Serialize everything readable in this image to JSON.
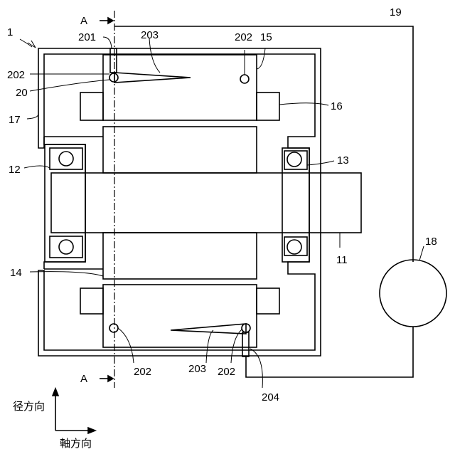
{
  "figure": {
    "labels": {
      "device": "1",
      "shaft": "11",
      "bearing_left": "12",
      "bearing_right": "13",
      "rotor": "14",
      "stator": "15",
      "coil_end": "16",
      "housing": "17",
      "power_source": "18",
      "wire": "19",
      "sensor": "20",
      "sensor_lead": "201",
      "sensor_hole_top_left": "202",
      "sensor_hole_top_right": "202",
      "sensor_hole_bottom_left": "202",
      "sensor_hole_bottom_right": "202",
      "wedge_top": "203",
      "wedge_bottom": "203",
      "terminal": "204",
      "section_top": "A",
      "section_bottom": "A"
    },
    "axes": {
      "radial": "径方向",
      "axial": "軸方向"
    }
  }
}
